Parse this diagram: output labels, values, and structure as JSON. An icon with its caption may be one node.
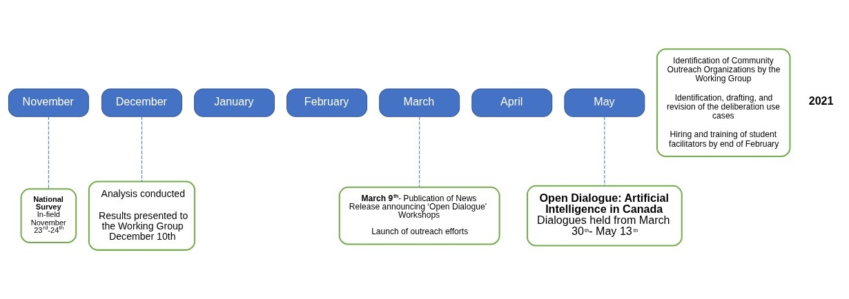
{
  "diagram": {
    "nodes": [
      {
        "text": [
          "November"
        ]
      },
      {
        "text": [
          "December"
        ]
      },
      {
        "text": [
          "January"
        ]
      },
      {
        "text": [
          "February"
        ]
      },
      {
        "text": [
          "March"
        ]
      },
      {
        "text": [
          "April"
        ]
      },
      {
        "text": [
          "May"
        ]
      },
      {
        "text": [
          "National Survey",
          "In-field November 23$^{rd}$-24$^{th}$"
        ]
      },
      {
        "text": [
          "Analysis conducted",
          "Results presented to the Working Group December 10th"
        ]
      },
      {
        "text": [
          "Identification of Community Outreach Organizations by the Working Group",
          "Identification, drafting, and revision of the deliberation use cases",
          "Hiring and training of student facilitators by end of February"
        ]
      },
      {
        "text": [
          "**March 9$^{th}$**- Publication of News Release announcing ‘Open Dialogue’ Workshops",
          "Launch of outreach efforts"
        ]
      },
      {
        "text": [
          "Open Dialogue: Artificial Intelligence in Canada",
          "Dialogues held from March 30$^{th}$- May 13$^{th}$"
        ]
      }
    ],
    "edges": [
      {
        "from": 0,
        "to": 7,
        "arrow": "none",
        "style": "dashed"
      },
      {
        "from": 1,
        "to": 8,
        "arrow": "none",
        "style": "dashed"
      },
      {
        "from": 4,
        "to": 10,
        "arrow": "none",
        "style": "dashed"
      },
      {
        "from": 6,
        "to": 11,
        "arrow": "none",
        "style": "dashed"
      }
    ],
    "labels": [
      "2021"
    ]
  }
}
